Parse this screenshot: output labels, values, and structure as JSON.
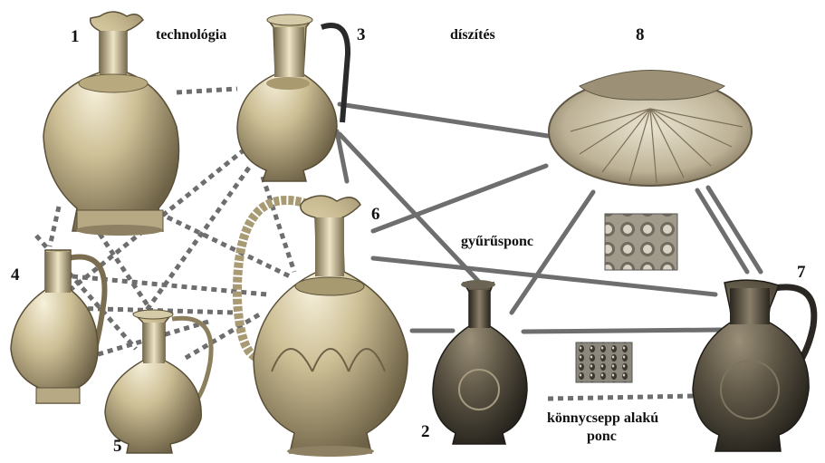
{
  "headers": {
    "technology": "technológia",
    "decoration": "díszítés"
  },
  "object_numbers": {
    "n1": "1",
    "n2": "2",
    "n3": "3",
    "n4": "4",
    "n5": "5",
    "n6": "6",
    "n7": "7",
    "n8": "8"
  },
  "technique_labels": {
    "ring_punch": "gyűrűsponc",
    "teardrop_punch_line1": "könnycsepp alakú",
    "teardrop_punch_line2": "ponc"
  },
  "colors": {
    "link_line": "#6e6e6e",
    "gold_light": "#efe6c8",
    "gold_mid": "#c9b98c",
    "gold_dark": "#6d6146",
    "bronze_light": "#8a7f6a",
    "bronze_dark": "#2e2a22"
  }
}
